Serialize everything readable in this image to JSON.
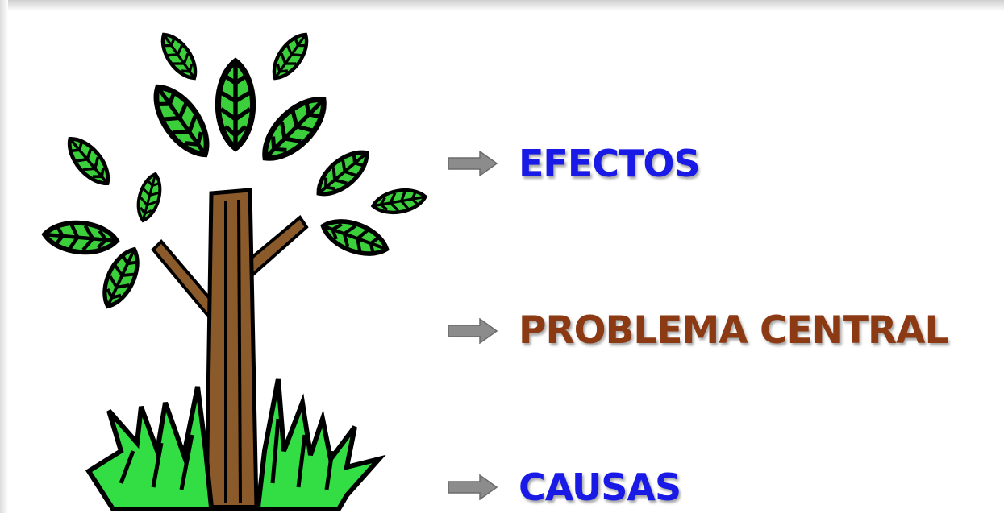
{
  "labels": {
    "effects": "EFECTOS",
    "central_problem": "PROBLEMA CENTRAL",
    "causes": "CAUSAS"
  },
  "colors": {
    "effects_text": "#1a1ae6",
    "central_problem_text": "#8b3a14",
    "causes_text": "#1a1ae6",
    "arrow_fill": "#8c8c8c",
    "leaf_fill": "#33cc33",
    "trunk_fill": "#8b5a2b",
    "grass_fill": "#33dd44"
  },
  "icons": {
    "illustration": "tree-icon",
    "pointer": "right-arrow-icon"
  }
}
